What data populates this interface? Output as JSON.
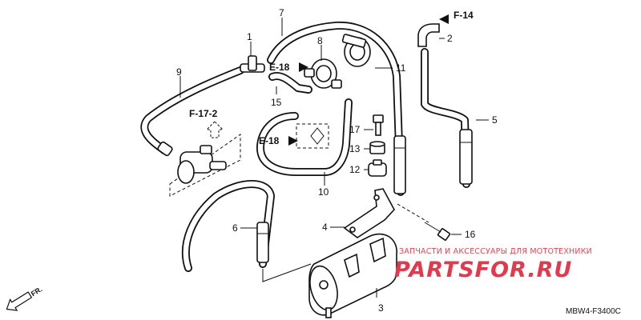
{
  "callouts": {
    "c1": "1",
    "c2": "2",
    "c3": "3",
    "c4": "4",
    "c5": "5",
    "c6": "6",
    "c7": "7",
    "c8": "8",
    "c9": "9",
    "c10": "10",
    "c11": "11",
    "c12": "12",
    "c13": "13",
    "c15": "15",
    "c16": "16",
    "c17": "17"
  },
  "references": {
    "f14": "F-14",
    "e18_top": "E-18",
    "e18_mid": "E-18",
    "f17_2": "F-17-2"
  },
  "front_marker": "FR.",
  "diagram_code": "MBW4-F3400C",
  "watermark": {
    "top_line": "ЗАПЧАСТИ И АКСЕССУАРЫ ДЛЯ МОТОТЕХНИКИ",
    "brand": "PARTSFOR.RU"
  },
  "colors": {
    "line": "#111111",
    "watermark_red": "#e23a4c"
  }
}
